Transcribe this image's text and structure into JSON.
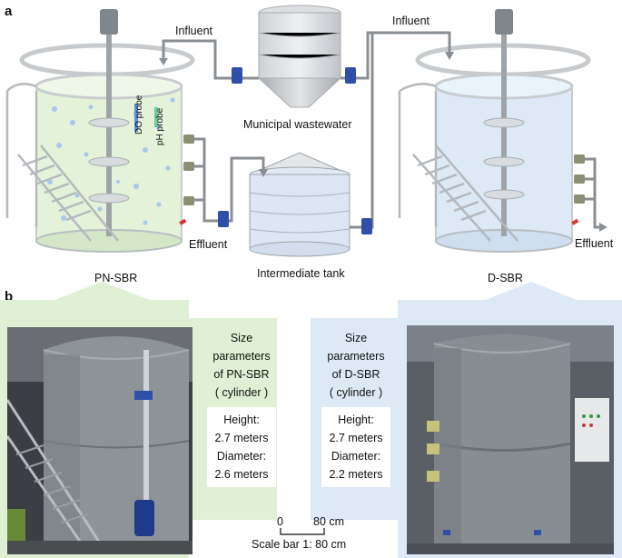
{
  "panel_a": {
    "letter": "a",
    "influent_left": "Influent",
    "influent_right": "Influent",
    "effluent_left": "Effluent",
    "effluent_right": "Effluent",
    "do_probe": "DO probe",
    "ph_probe": "pH probe",
    "municipal_wastewater": "Municipal wastewater",
    "intermediate_tank": "Intermediate tank",
    "pn_sbr": "PN-SBR",
    "d_sbr": "D-SBR"
  },
  "panel_b": {
    "letter": "b",
    "pn_box": {
      "line1": "Size",
      "line2": "parameters",
      "line3": "of PN-SBR",
      "line4": "( cylinder )",
      "height_label": "Height:",
      "height_value": "2.7 meters",
      "diameter_label": "Diameter:",
      "diameter_value": "2.6 meters"
    },
    "d_box": {
      "line1": "Size",
      "line2": "parameters",
      "line3": "of D-SBR",
      "line4": "( cylinder )",
      "height_label": "Height:",
      "height_value": "2.7 meters",
      "diameter_label": "Diameter:",
      "diameter_value": "2.2 meters"
    },
    "scale_zero": "0",
    "scale_80": "80 cm",
    "scale_caption": "Scale bar 1: 80 cm"
  },
  "colors": {
    "pn_green": "#dff0d4",
    "d_blue": "#dde9f5",
    "pipe_gray": "#8a8f94",
    "pump_blue": "#2f4fa8"
  }
}
